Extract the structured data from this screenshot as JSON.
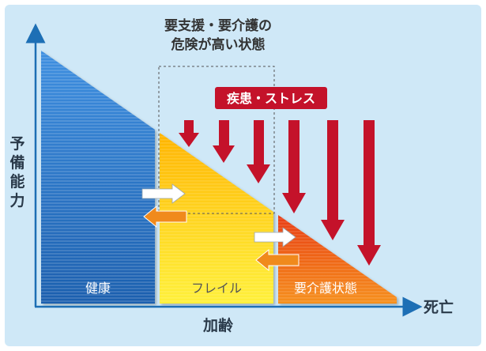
{
  "callout": {
    "line1": "要支援・要介護の",
    "line2": "危険が高い状態"
  },
  "stress_label": "疾患・ストレス",
  "y_axis_label": [
    "予",
    "備",
    "能",
    "力"
  ],
  "x_axis_label": "加齢",
  "x_axis_end_label": "死亡",
  "stages": [
    {
      "label": "健康"
    },
    {
      "label": "フレイル"
    },
    {
      "label": "要介護状態"
    }
  ],
  "colors": {
    "background": "#cfe8f7",
    "axis": "#1d6fb5",
    "healthy": "#2f7fd0",
    "frail": "#ffd21c",
    "care": "#ee6a16",
    "arrow_red": "#c4122a",
    "arrow_orange": "#f08a1c",
    "arrow_white": "#ffffff"
  }
}
